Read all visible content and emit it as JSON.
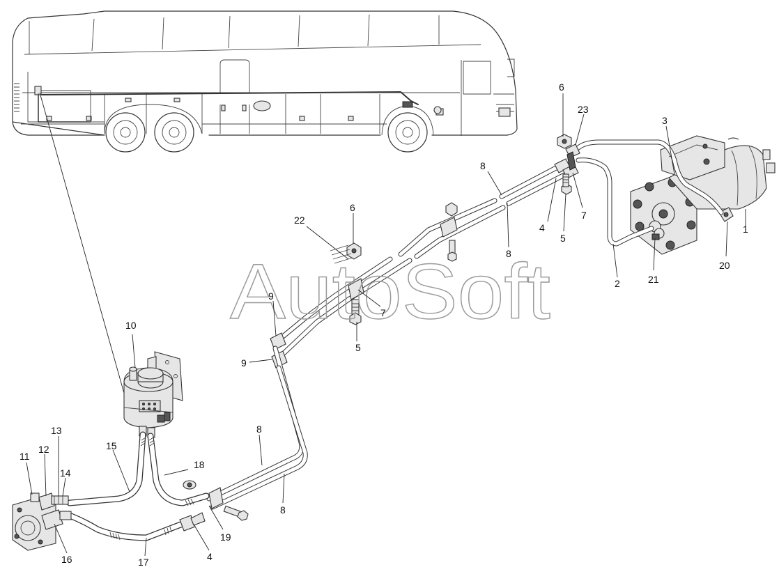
{
  "watermark": "AutoSoft",
  "callouts": {
    "c1": "1",
    "c2": "2",
    "c3": "3",
    "c4a": "4",
    "c4b": "4",
    "c5a": "5",
    "c5b": "5",
    "c6a": "6",
    "c6b": "6",
    "c7a": "7",
    "c7b": "7",
    "c8a": "8",
    "c8b": "8",
    "c8c": "8",
    "c8d": "8",
    "c9a": "9",
    "c9b": "9",
    "c10": "10",
    "c11": "11",
    "c12": "12",
    "c13": "13",
    "c14": "14",
    "c15": "15",
    "c16": "16",
    "c17": "17",
    "c18": "18",
    "c19": "19",
    "c20": "20",
    "c21": "21",
    "c22": "22",
    "c23": "23"
  }
}
